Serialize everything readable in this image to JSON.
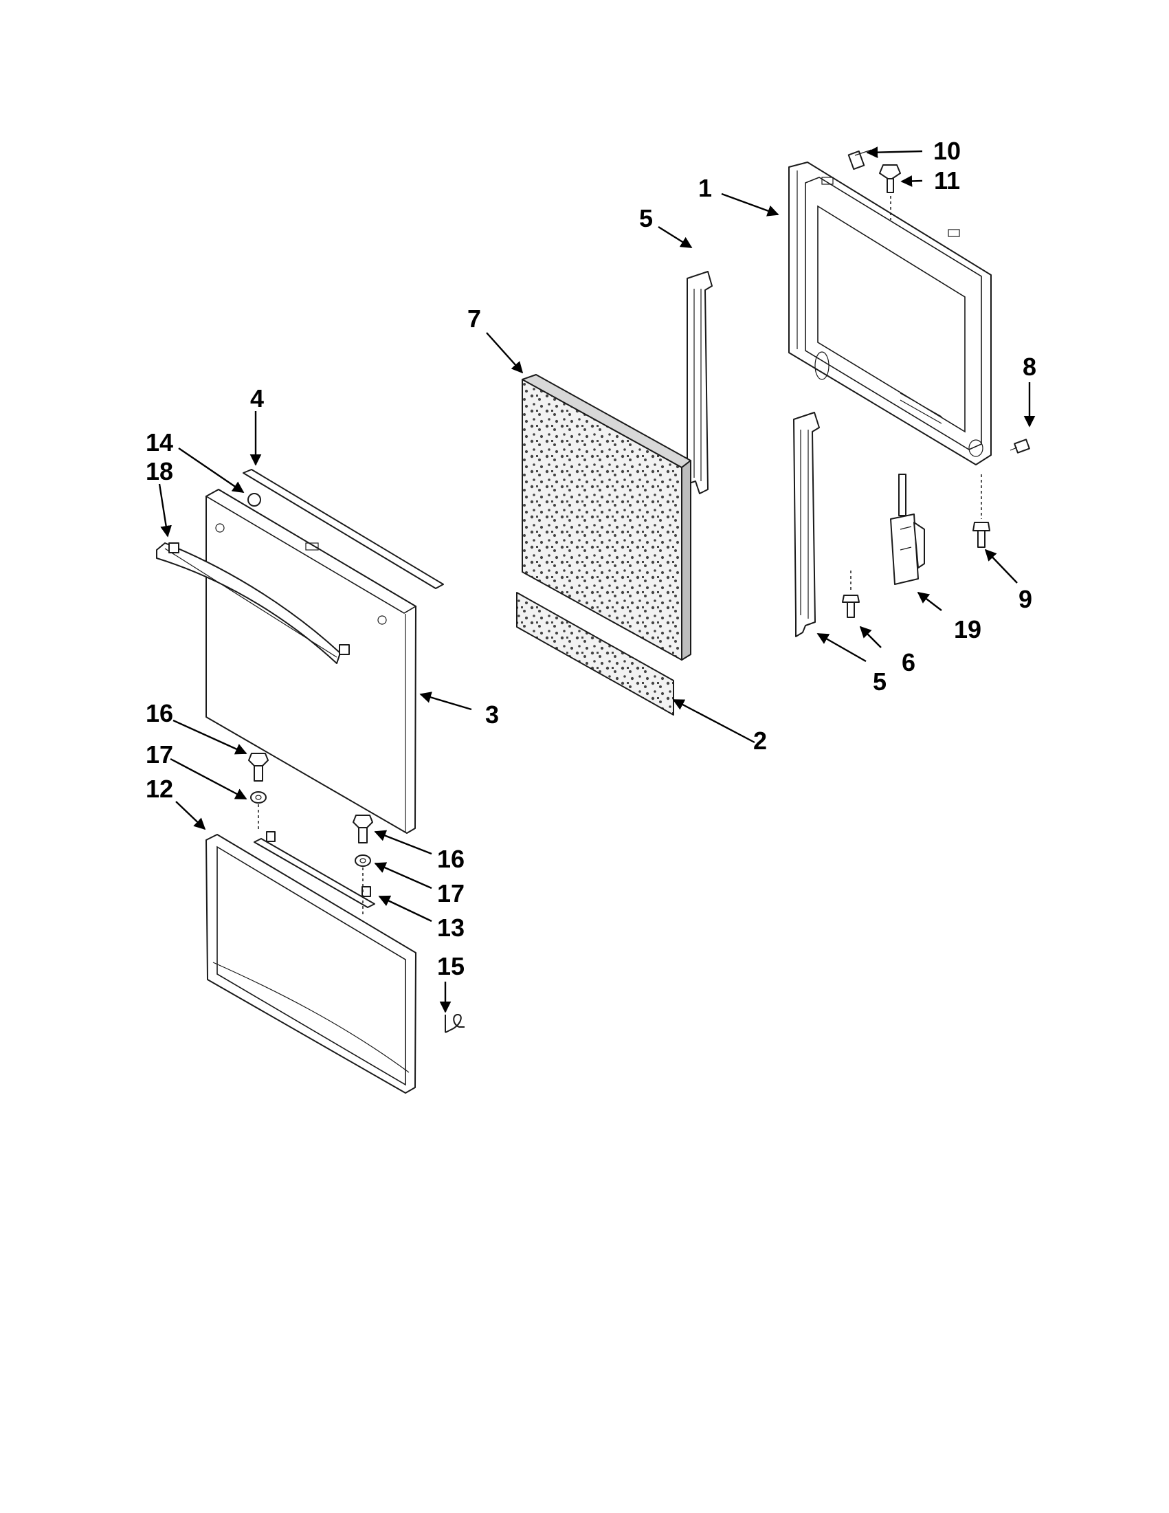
{
  "callouts": {
    "c1": "1",
    "c2": "2",
    "c3": "3",
    "c4": "4",
    "c5a": "5",
    "c5b": "5",
    "c6": "6",
    "c7": "7",
    "c8": "8",
    "c9": "9",
    "c10": "10",
    "c11": "11",
    "c12": "12",
    "c13": "13",
    "c14": "14",
    "c15": "15",
    "c16a": "16",
    "c16b": "16",
    "c17a": "17",
    "c17b": "17",
    "c18": "18",
    "c19": "19"
  },
  "colors": {
    "line": "#1a1a1a",
    "background": "#ffffff"
  }
}
